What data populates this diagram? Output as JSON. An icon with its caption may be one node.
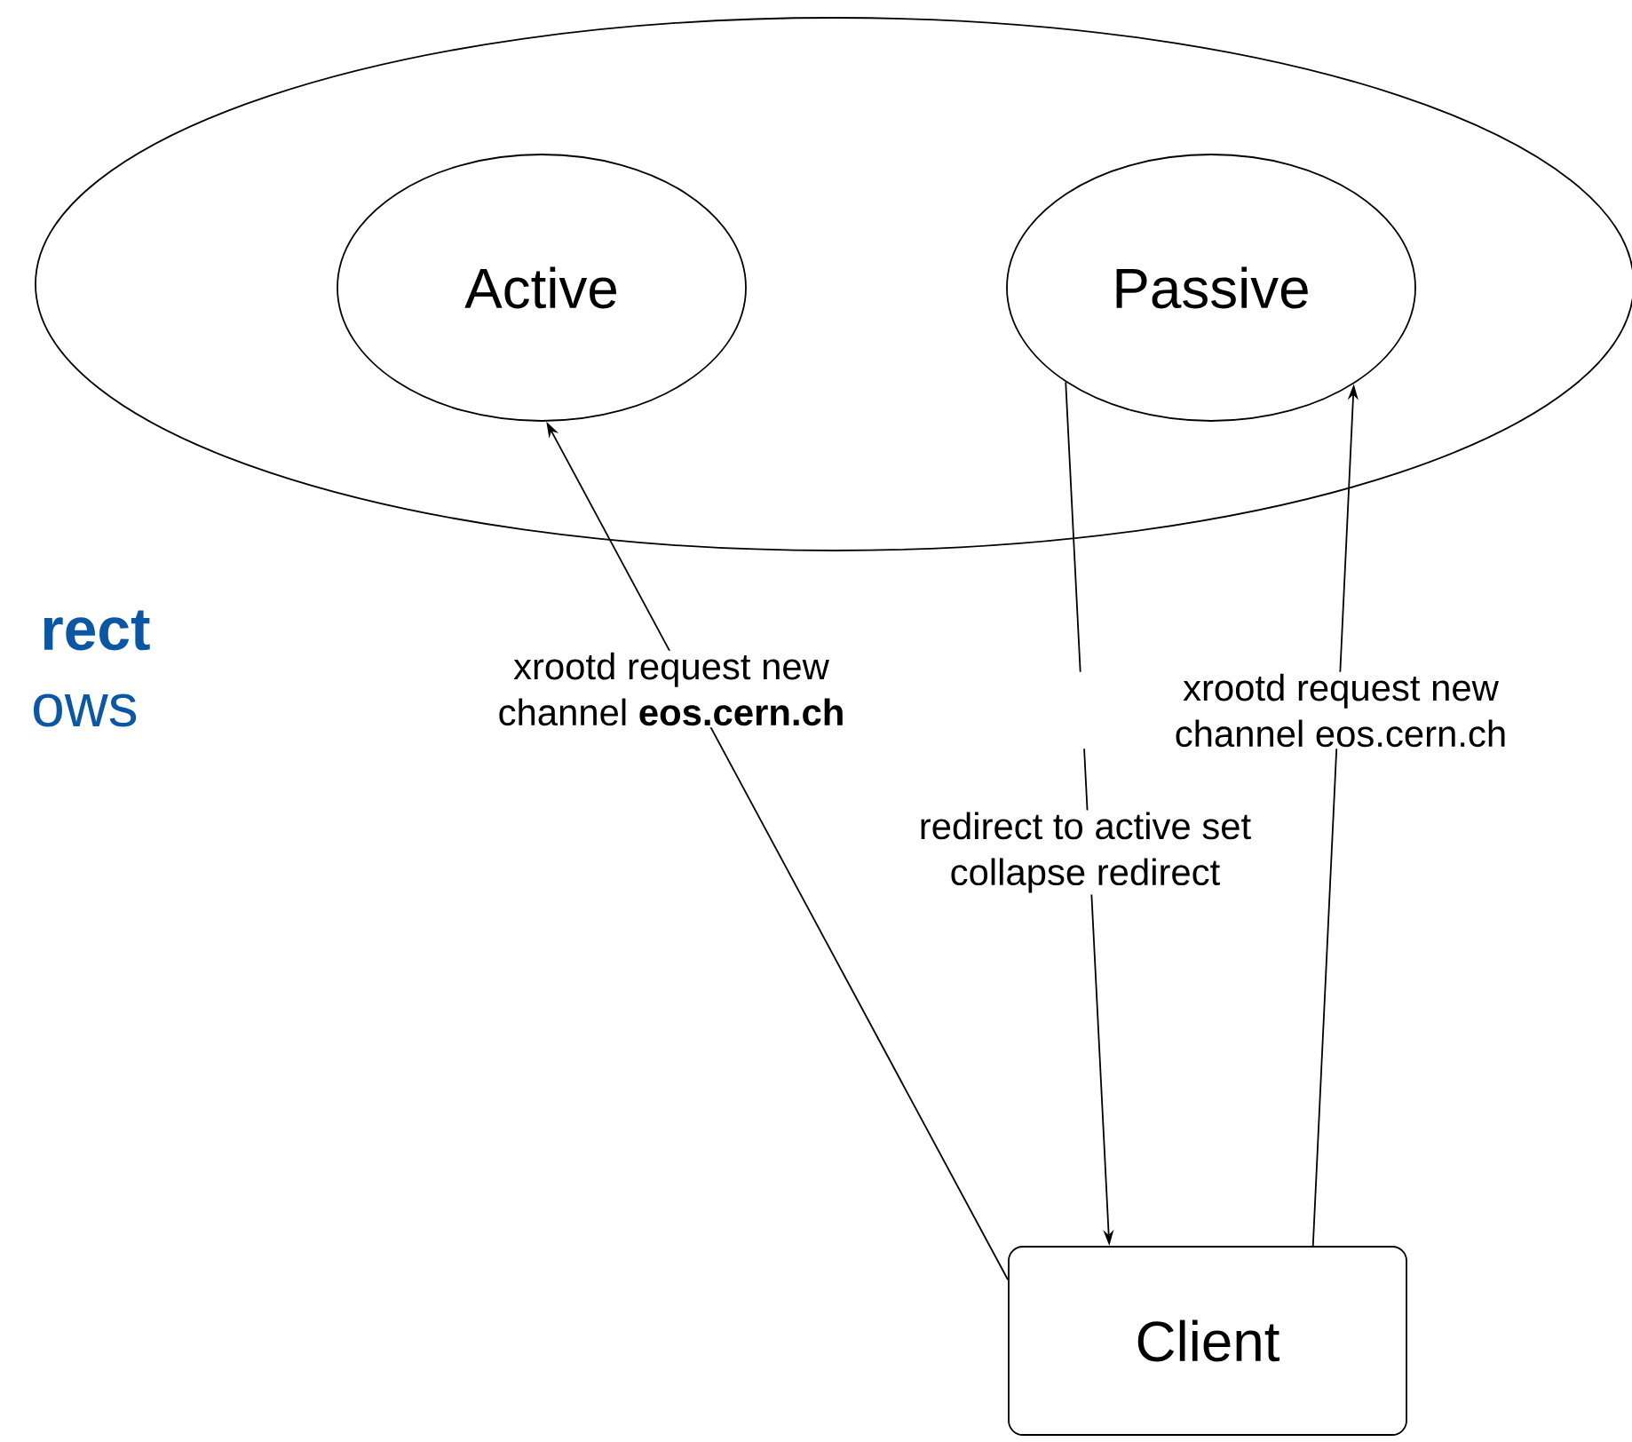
{
  "diagram": {
    "nodes": [
      {
        "text": [],
        "shape": "ellipse"
      },
      {
        "text": [
          "Active"
        ],
        "in": 0
      },
      {
        "text": [
          "Passive"
        ],
        "in": 0
      },
      {
        "text": [
          "Client"
        ]
      }
    ],
    "edges": [
      {
        "from": 3,
        "to": 1,
        "arrow": "to",
        "label": "xrootd request new channel **eos.cern.ch**"
      },
      {
        "from": 2,
        "to": 3,
        "arrow": "to",
        "label": "redirect to active set collapse redirect"
      },
      {
        "from": 3,
        "to": 2,
        "arrow": "to",
        "label": "xrootd request new channel eos.cern.ch"
      }
    ],
    "labels": [
      "rect",
      "ows"
    ]
  }
}
